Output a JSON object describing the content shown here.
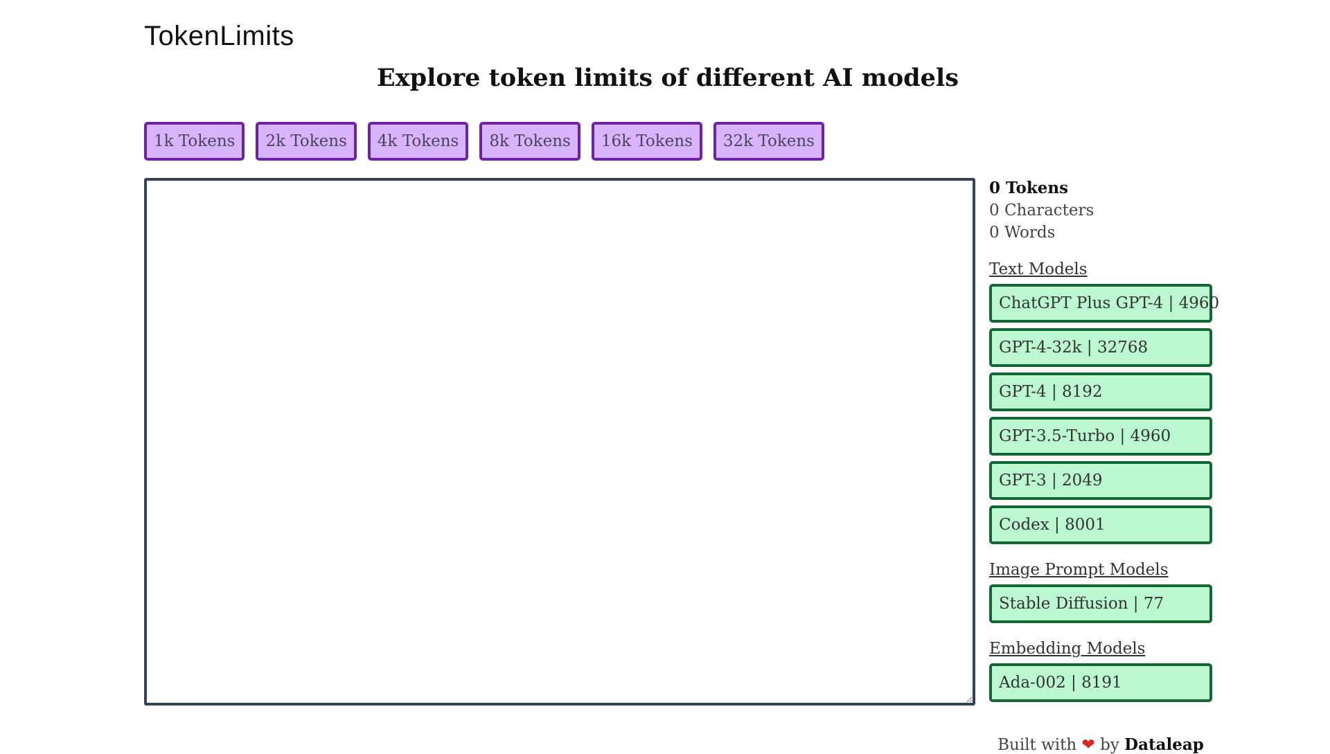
{
  "header": {
    "logo": "TokenLimits",
    "headline": "Explore token limits of different AI models"
  },
  "presets": [
    {
      "label": "1k Tokens"
    },
    {
      "label": "2k Tokens"
    },
    {
      "label": "4k Tokens"
    },
    {
      "label": "8k Tokens"
    },
    {
      "label": "16k Tokens"
    },
    {
      "label": "32k Tokens"
    }
  ],
  "editor": {
    "value": "",
    "placeholder": ""
  },
  "stats": {
    "tokens": "0 Tokens",
    "characters": "0 Characters",
    "words": "0 Words"
  },
  "sections": {
    "text": {
      "title": "Text Models",
      "models": [
        {
          "label": "ChatGPT Plus GPT-4 | 4960"
        },
        {
          "label": "GPT-4-32k | 32768"
        },
        {
          "label": "GPT-4 | 8192"
        },
        {
          "label": "GPT-3.5-Turbo | 4960"
        },
        {
          "label": "GPT-3 | 2049"
        },
        {
          "label": "Codex | 8001"
        }
      ]
    },
    "image": {
      "title": "Image Prompt Models",
      "models": [
        {
          "label": "Stable Diffusion | 77"
        }
      ]
    },
    "embedding": {
      "title": "Embedding Models",
      "models": [
        {
          "label": "Ada-002 | 8191"
        }
      ]
    }
  },
  "footer": {
    "built_with": "Built with",
    "heart": "❤",
    "by": "by",
    "author": "Dataleap"
  },
  "colors": {
    "preset_bg": "#d8b4fe",
    "preset_border": "#6b21a8",
    "model_bg": "#bbf7d0",
    "model_border": "#166534",
    "editor_border": "#374151"
  }
}
